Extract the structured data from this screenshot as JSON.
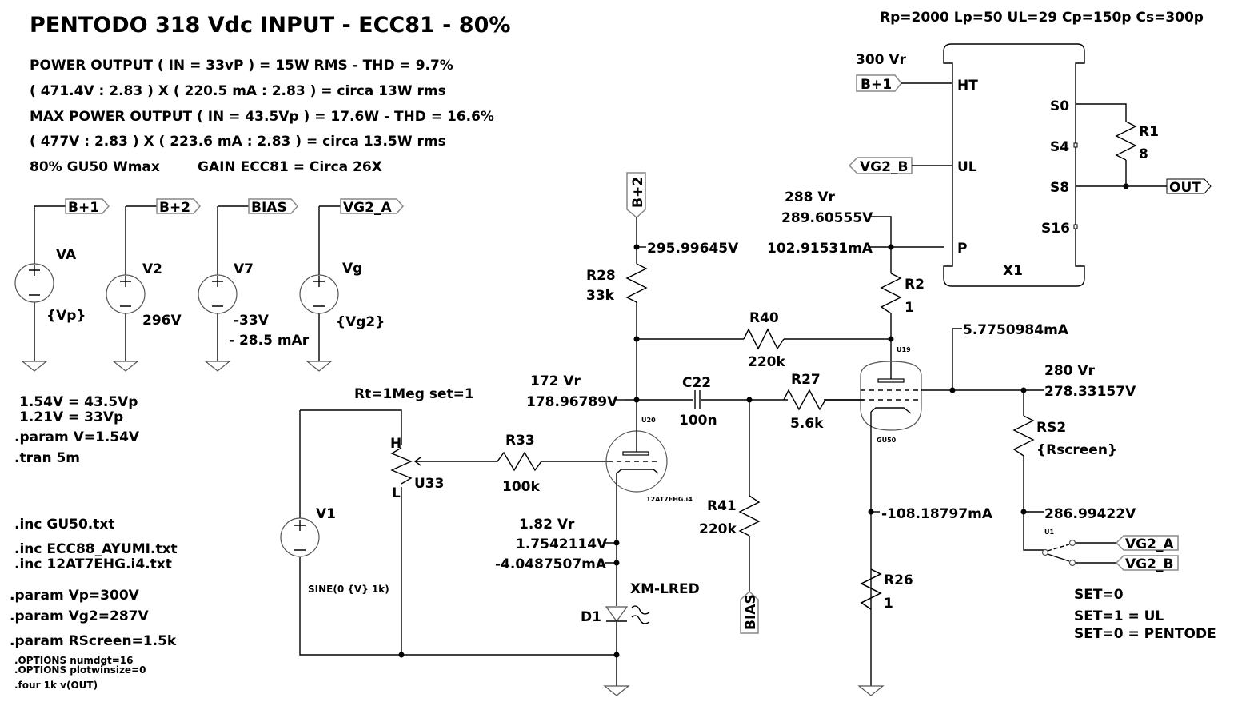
{
  "title": "PENTODO 318 Vdc INPUT - ECC81 - 80%",
  "notes": {
    "power_output": "POWER OUTPUT ( IN = 33vP )  = 15W RMS   -  THD = 9.7%",
    "calc1": "( 471.4V : 2.83 ) X ( 220.5 mA : 2.83 ) = circa 13W rms",
    "max_power": "MAX POWER OUTPUT  ( IN = 43.5Vp ) = 17.6W - THD = 16.6%",
    "calc2": "( 477V : 2.83 ) X ( 223.6 mA : 2.83 ) = circa 13.5W rms",
    "gu50": "80% GU50 Wmax",
    "gain": "GAIN ECC81 = Circa 26X",
    "transformer_params": "Rp=2000 Lp=50 UL=29 Cp=150p Cs=300p"
  },
  "directives": {
    "v154": "1.54V = 43.5Vp",
    "v121": "1.21V = 33Vp",
    "param_v": ".param V=1.54V",
    "tran": ".tran 5m",
    "inc_gu50": ".inc GU50.txt",
    "inc_ecc88": ".inc ECC88_AYUMI.txt",
    "inc_12at7": ".inc 12AT7EHG.i4.txt",
    "param_vp": ".param Vp=300V",
    "param_vg2": ".param Vg2=287V",
    "param_rscreen": ".param RScreen=1.5k",
    "opt_numdgt": ".OPTIONS numdgt=16",
    "opt_plotwin": ".OPTIONS plotwinsize=0",
    "four": ".four 1k v(OUT)"
  },
  "sources": [
    {
      "name": "VA",
      "value": "{Vp}",
      "net": "B+1"
    },
    {
      "name": "V2",
      "value": "296V",
      "net": "B+2"
    },
    {
      "name": "V7",
      "value": "-33V",
      "extra": "- 28.5 mAr",
      "net": "BIAS"
    },
    {
      "name": "Vg",
      "value": "{Vg2}",
      "net": "VG2_A"
    }
  ],
  "transformer": {
    "name": "X1",
    "pins_left": [
      "HT",
      "UL",
      "P"
    ],
    "pins_right": [
      "S0",
      "S4",
      "S8",
      "S16"
    ],
    "ht_net": "B+1",
    "ul_net": "VG2_B",
    "ht_note": "300 Vr"
  },
  "output": {
    "r1_name": "R1",
    "r1_value": "8",
    "net": "OUT"
  },
  "input": {
    "pot_note": "Rt=1Meg set=1",
    "pot_name": "U33",
    "pot_h": "H",
    "pot_l": "L",
    "v1_name": "V1",
    "v1_value": "SINE(0 {V} 1k)"
  },
  "driver": {
    "b2_net": "B+2",
    "b2_voltage": "295.99645V",
    "r28_name": "R28",
    "r28_value": "33k",
    "r40_name": "R40",
    "r40_value": "220k",
    "anode_note": "172 Vr",
    "anode_voltage": "178.96789V",
    "c22_name": "C22",
    "c22_value": "100n",
    "r27_name": "R27",
    "r27_value": "5.6k",
    "r33_name": "R33",
    "r33_value": "100k",
    "tube_name": "U20",
    "tube_model": "12AT7EHG.i4",
    "cathode_note": "1.82 Vr",
    "cathode_voltage": "1.7542114V",
    "cathode_current": "-4.0487507mA",
    "led_model": "XM-LRED",
    "led_name": "D1",
    "r41_name": "R41",
    "r41_value": "220k",
    "bias_net": "BIAS"
  },
  "power_stage": {
    "plate_note": "288 Vr",
    "plate_voltage": "289.60555V",
    "plate_current": "102.91531mA",
    "r2_name": "R2",
    "r2_value": "1",
    "tube_name": "U19",
    "tube_model": "GU50",
    "screen_current": "5.7750984mA",
    "screen_note": "280 Vr",
    "screen_voltage": "278.33157V",
    "rs2_name": "RS2",
    "rs2_value": "{Rscreen}",
    "cathode_current": "-108.18797mA",
    "r26_name": "R26",
    "r26_value": "1",
    "switch_node_voltage": "286.99422V",
    "switch_name": "U1",
    "switch_a": "VG2_A",
    "switch_b": "VG2_B",
    "set_note0": "SET=0",
    "set_note1": "SET=1 = UL",
    "set_note2": "SET=0 = PENTODE"
  }
}
